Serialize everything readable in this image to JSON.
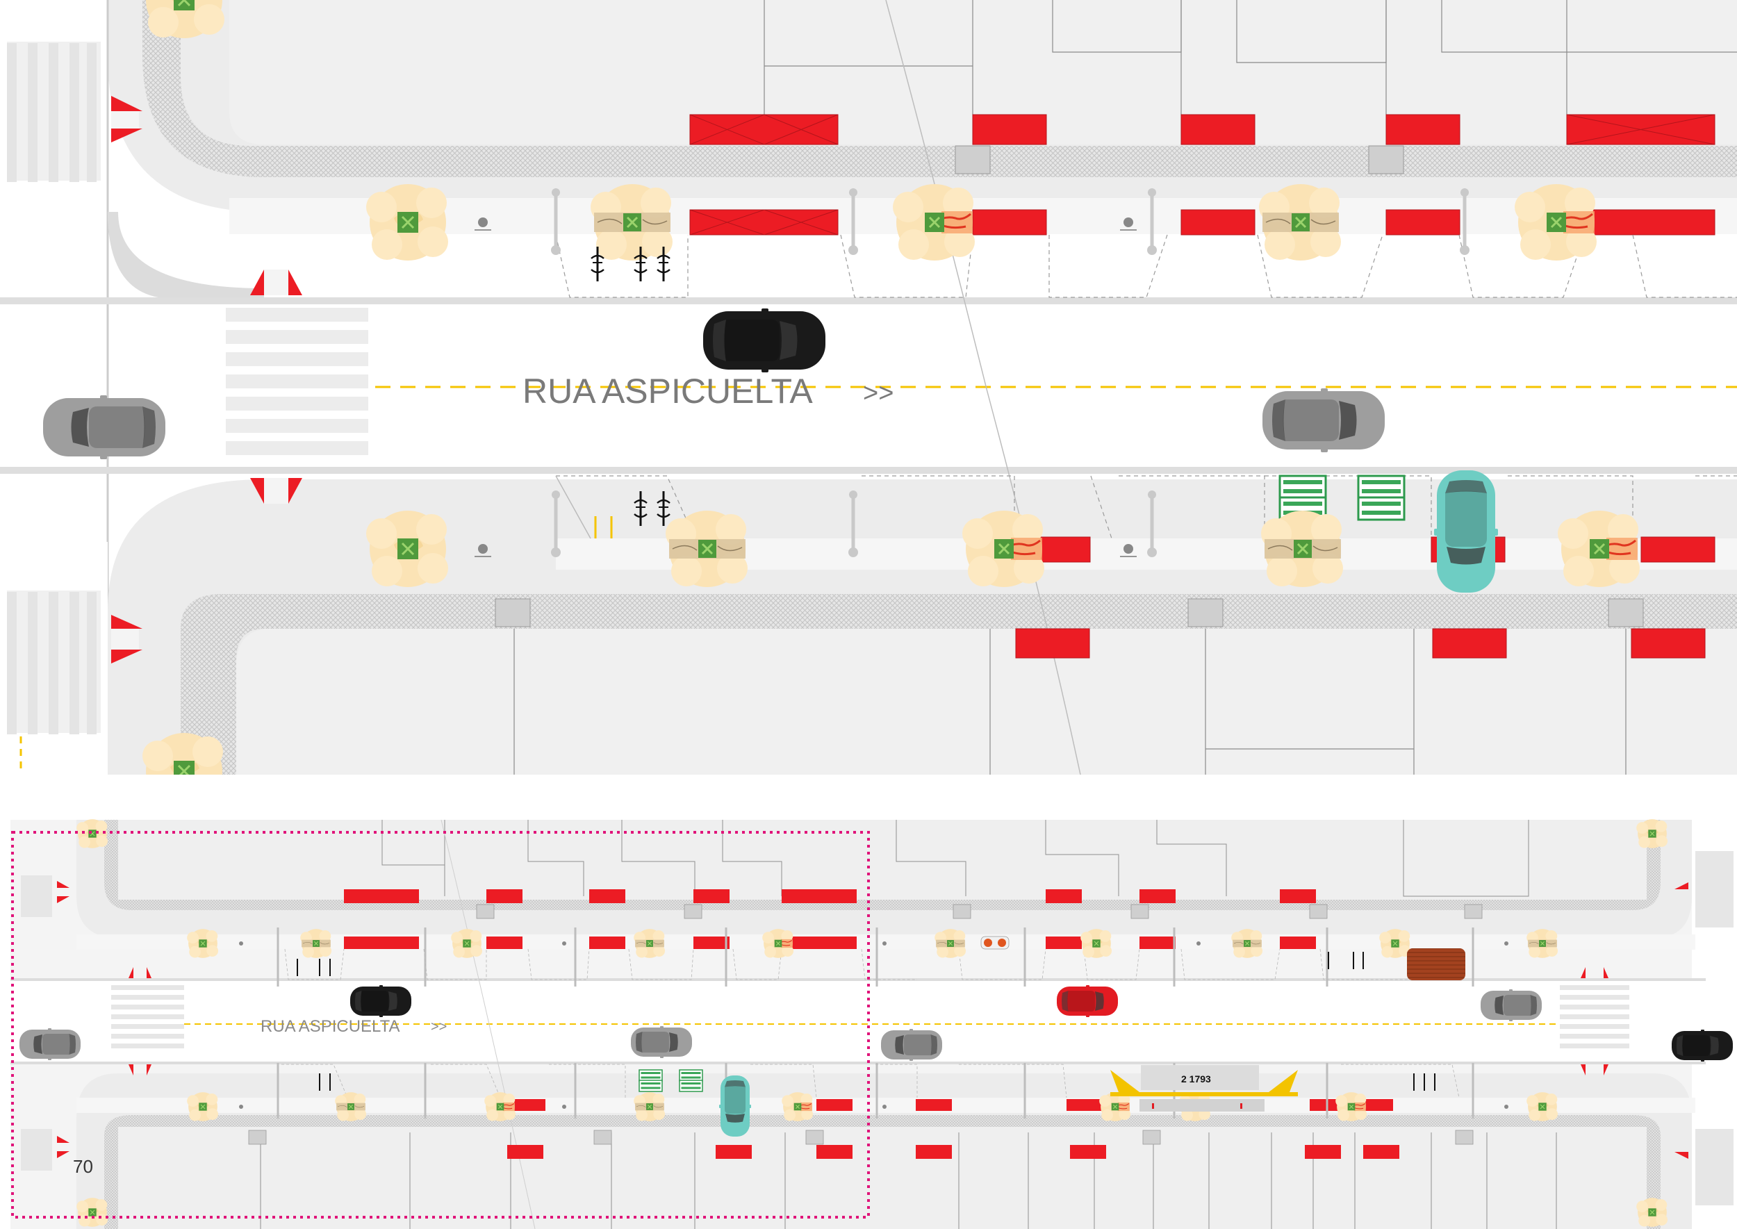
{
  "labels": {
    "street_name_main": "RUA ASPICUELTA",
    "direction_main": ">>",
    "street_name_overview": "RUA ASPICUELTA",
    "direction_overview": ">>",
    "bus_stop_code": "2 1793",
    "page_number": "70"
  },
  "colors": {
    "road": "#ffffff",
    "sidewalk": "#ededed",
    "sidewalk_texture": "#d4d4d4",
    "parking_red": "#ec1c24",
    "tree_canopy": "#fbe3b5",
    "tree_core": "#5aaa3a",
    "center_line": "#f5c400",
    "car_black": "#1a1a1a",
    "car_grey": "#9e9e9e",
    "car_teal": "#6ecdc3",
    "car_red": "#e21b22",
    "bench_green": "#39a657",
    "detail_frame": "#e0147a",
    "bus_shelter": "#f3c300",
    "deck_brown": "#9b3c1c"
  },
  "icons": [
    "tree-icon",
    "bike-rack-icon",
    "car-icon",
    "street-lamp-icon",
    "bench-icon",
    "bus-stop-icon",
    "crosswalk-icon"
  ]
}
